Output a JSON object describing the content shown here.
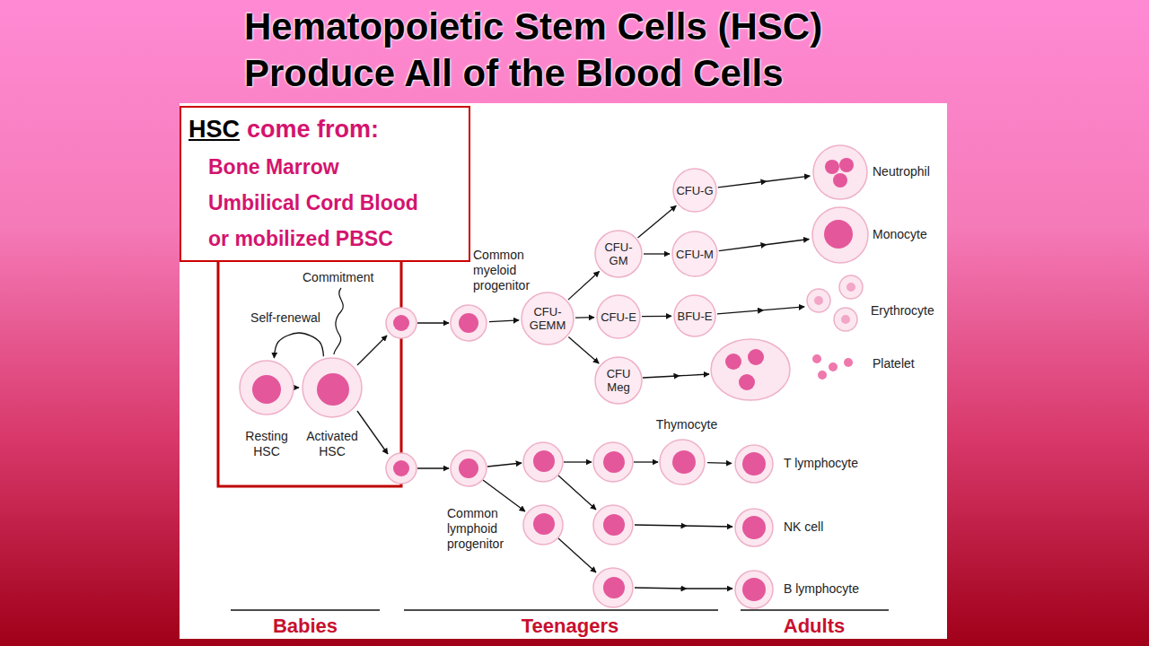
{
  "diagram": {
    "title": "Hematopoietic Stem Cells (HSC) Produce All of the Blood Cells",
    "nodes": [
      {
        "text": [
          "HSC",
          "come from:",
          "Bone Marrow",
          "Umbilical Cord Blood",
          "or mobilized PBSC"
        ]
      },
      {
        "text": [
          "Resting HSC"
        ]
      },
      {
        "text": [
          "Activated HSC"
        ]
      },
      {
        "text": [
          "Common myeloid progenitor"
        ]
      },
      {
        "text": [
          "CFU-GEMM"
        ]
      },
      {
        "text": [
          "CFU- GM"
        ]
      },
      {
        "text": [
          "CFU-E"
        ]
      },
      {
        "text": [
          "CFU Meg"
        ]
      },
      {
        "text": [
          "CFU-G"
        ]
      },
      {
        "text": [
          "CFU-M"
        ]
      },
      {
        "text": [
          "BFU-E"
        ]
      },
      {
        "text": [
          "Neutrophil"
        ]
      },
      {
        "text": [
          "Monocyte"
        ]
      },
      {
        "text": [
          "Erythrocyte"
        ]
      },
      {
        "text": [
          "Platelet"
        ]
      },
      {
        "text": [
          "Common lymphoid progenitor"
        ]
      },
      {
        "text": [
          "Thymocyte"
        ]
      },
      {
        "text": [
          "T lymphocyte"
        ]
      },
      {
        "text": [
          "NK cell"
        ]
      },
      {
        "text": [
          "B lymphocyte"
        ]
      }
    ],
    "edges": [
      {
        "from": 1,
        "to": 2,
        "arrow": "to"
      },
      {
        "from": 2,
        "to": 1,
        "label": "Self-renewal",
        "arrow": "to"
      },
      {
        "from": 3,
        "to": 4,
        "arrow": "to"
      },
      {
        "from": 4,
        "to": 5,
        "arrow": "to"
      },
      {
        "from": 4,
        "to": 6,
        "arrow": "to"
      },
      {
        "from": 4,
        "to": 7,
        "arrow": "to"
      },
      {
        "from": 5,
        "to": 8,
        "arrow": "to"
      },
      {
        "from": 5,
        "to": 9,
        "arrow": "to"
      },
      {
        "from": 6,
        "to": 10,
        "arrow": "to"
      },
      {
        "from": 8,
        "to": 11,
        "arrow": "to"
      },
      {
        "from": 9,
        "to": 12,
        "arrow": "to"
      },
      {
        "from": 10,
        "to": 13,
        "arrow": "to"
      },
      {
        "from": 16,
        "to": 17,
        "arrow": "to"
      }
    ],
    "labels": [
      "Commitment",
      "Babies",
      "Teenagers",
      "Adults"
    ]
  }
}
